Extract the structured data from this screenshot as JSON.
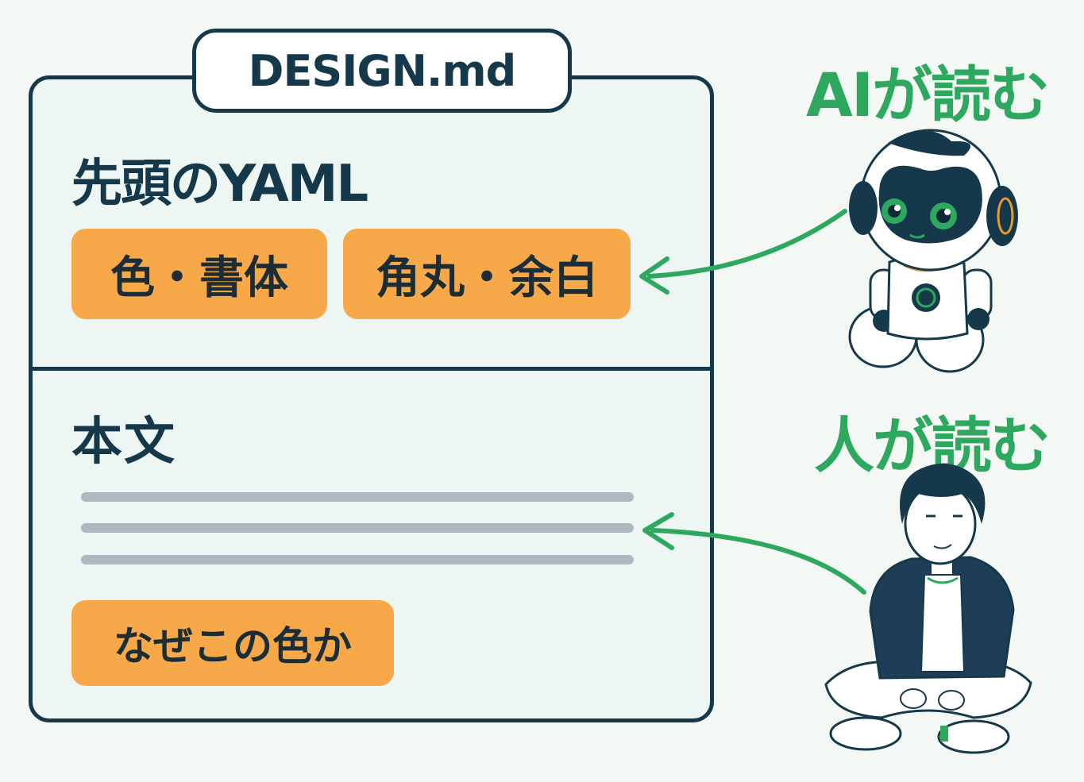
{
  "document": {
    "title": "DESIGN.md",
    "frontmatter": {
      "heading": "先頭のYAML",
      "chips": [
        "色・書体",
        "角丸・余白"
      ]
    },
    "body": {
      "heading": "本文",
      "chip": "なぜこの色か"
    }
  },
  "readers": {
    "ai": {
      "label": "AIが読む",
      "icon": "robot-icon"
    },
    "human": {
      "label": "人が読む",
      "icon": "person-icon"
    }
  },
  "colors": {
    "ink": "#15394a",
    "accent_green": "#2ea85f",
    "chip_orange": "#f7a94a",
    "text_line_gray": "#aeb8c1"
  }
}
